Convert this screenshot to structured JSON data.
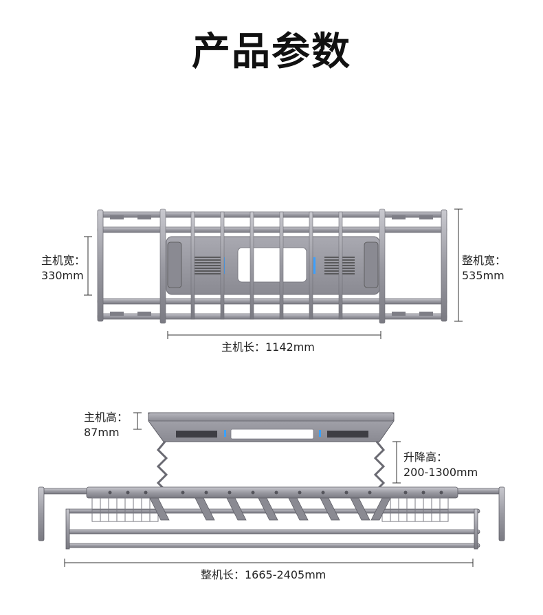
{
  "title": "产品参数",
  "top_view": {
    "host_width_label": "主机宽：",
    "host_width_value": "330mm",
    "total_width_label": "整机宽：",
    "total_width_value": "535mm",
    "host_length": "主机长：1142mm"
  },
  "side_view": {
    "host_height_label": "主机高：",
    "host_height_value": "87mm",
    "lift_height_label": "升降高：",
    "lift_height_value": "200-1300mm",
    "total_length": "整机长：1665-2405mm"
  },
  "colors": {
    "metal": "#9a9aa2",
    "metal_dark": "#6e6e76",
    "metal_light": "#c9c9cf",
    "light_panel": "#ffffff",
    "indicator": "#3aa0ff",
    "dim_line": "#333333"
  }
}
